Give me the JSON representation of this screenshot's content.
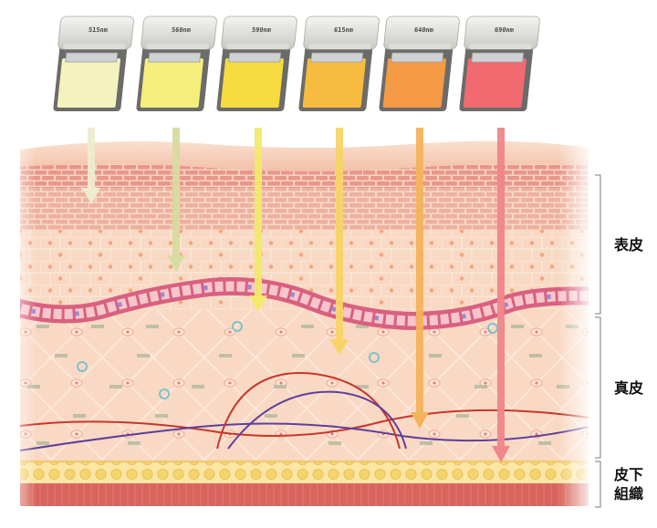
{
  "filters": [
    {
      "label": "515nm",
      "tint": "#f5f2bf"
    },
    {
      "label": "560nm",
      "tint": "#f6ee7c"
    },
    {
      "label": "590nm",
      "tint": "#f6dc40"
    },
    {
      "label": "615nm",
      "tint": "#f7bb40"
    },
    {
      "label": "640nm",
      "tint": "#f59a45"
    },
    {
      "label": "690nm",
      "tint": "#f06a70"
    }
  ],
  "beam_colors": [
    "#eeedcf",
    "#d8dca0",
    "#f3ea6c",
    "#f8d468",
    "#f5b35b",
    "#f1868a"
  ],
  "layers": {
    "epidermis": "表皮",
    "dermis_label": "真皮",
    "subcutis_line1": "皮下",
    "subcutis_line2": "組織"
  },
  "colors": {
    "skin_surface": "#f5cbb4",
    "brick": "#e88d7e",
    "mortar": "#f6d2c0",
    "basal_cell": "#e46b86",
    "dermis_bg": "#f9d9c4",
    "vessel_red": "#c8362b",
    "vessel_purple": "#5f3f9a",
    "fat": "#f4d88a",
    "muscle": "#d9645c"
  }
}
